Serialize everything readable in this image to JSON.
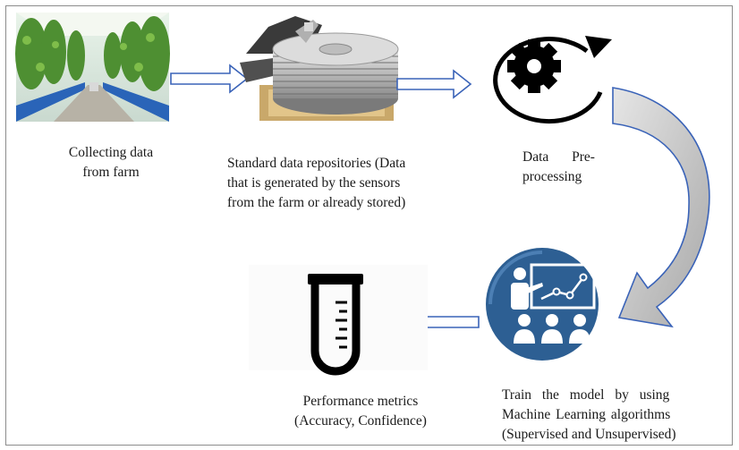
{
  "steps": [
    {
      "id": "collect",
      "icon": "greenhouse-farm-photo",
      "caption": [
        "Collecting data",
        "from farm"
      ]
    },
    {
      "id": "repositories",
      "icon": "hard-drive-photo",
      "caption": [
        "Standard data repositories (Data",
        "that is generated by the sensors",
        "from the farm or already stored)"
      ]
    },
    {
      "id": "preprocessing",
      "icon": "gear-refresh-icon",
      "caption": [
        "Data Pre-",
        "processing"
      ]
    },
    {
      "id": "train",
      "icon": "teacher-presentation-icon",
      "caption": [
        "Train the model by using",
        "Machine Learning algorithms",
        "(Supervised and Unsupervised)"
      ]
    },
    {
      "id": "metrics",
      "icon": "test-tube-icon",
      "caption": [
        "Performance metrics",
        "(Accuracy, Confidence)"
      ]
    }
  ],
  "colors": {
    "arrow_fill": "#ffffff",
    "arrow_stroke": "#3a63b8",
    "curved_arrow_fill": "#c8c8c8",
    "circle_blue": "#2d5f93",
    "frame": "#8c8c8c"
  }
}
